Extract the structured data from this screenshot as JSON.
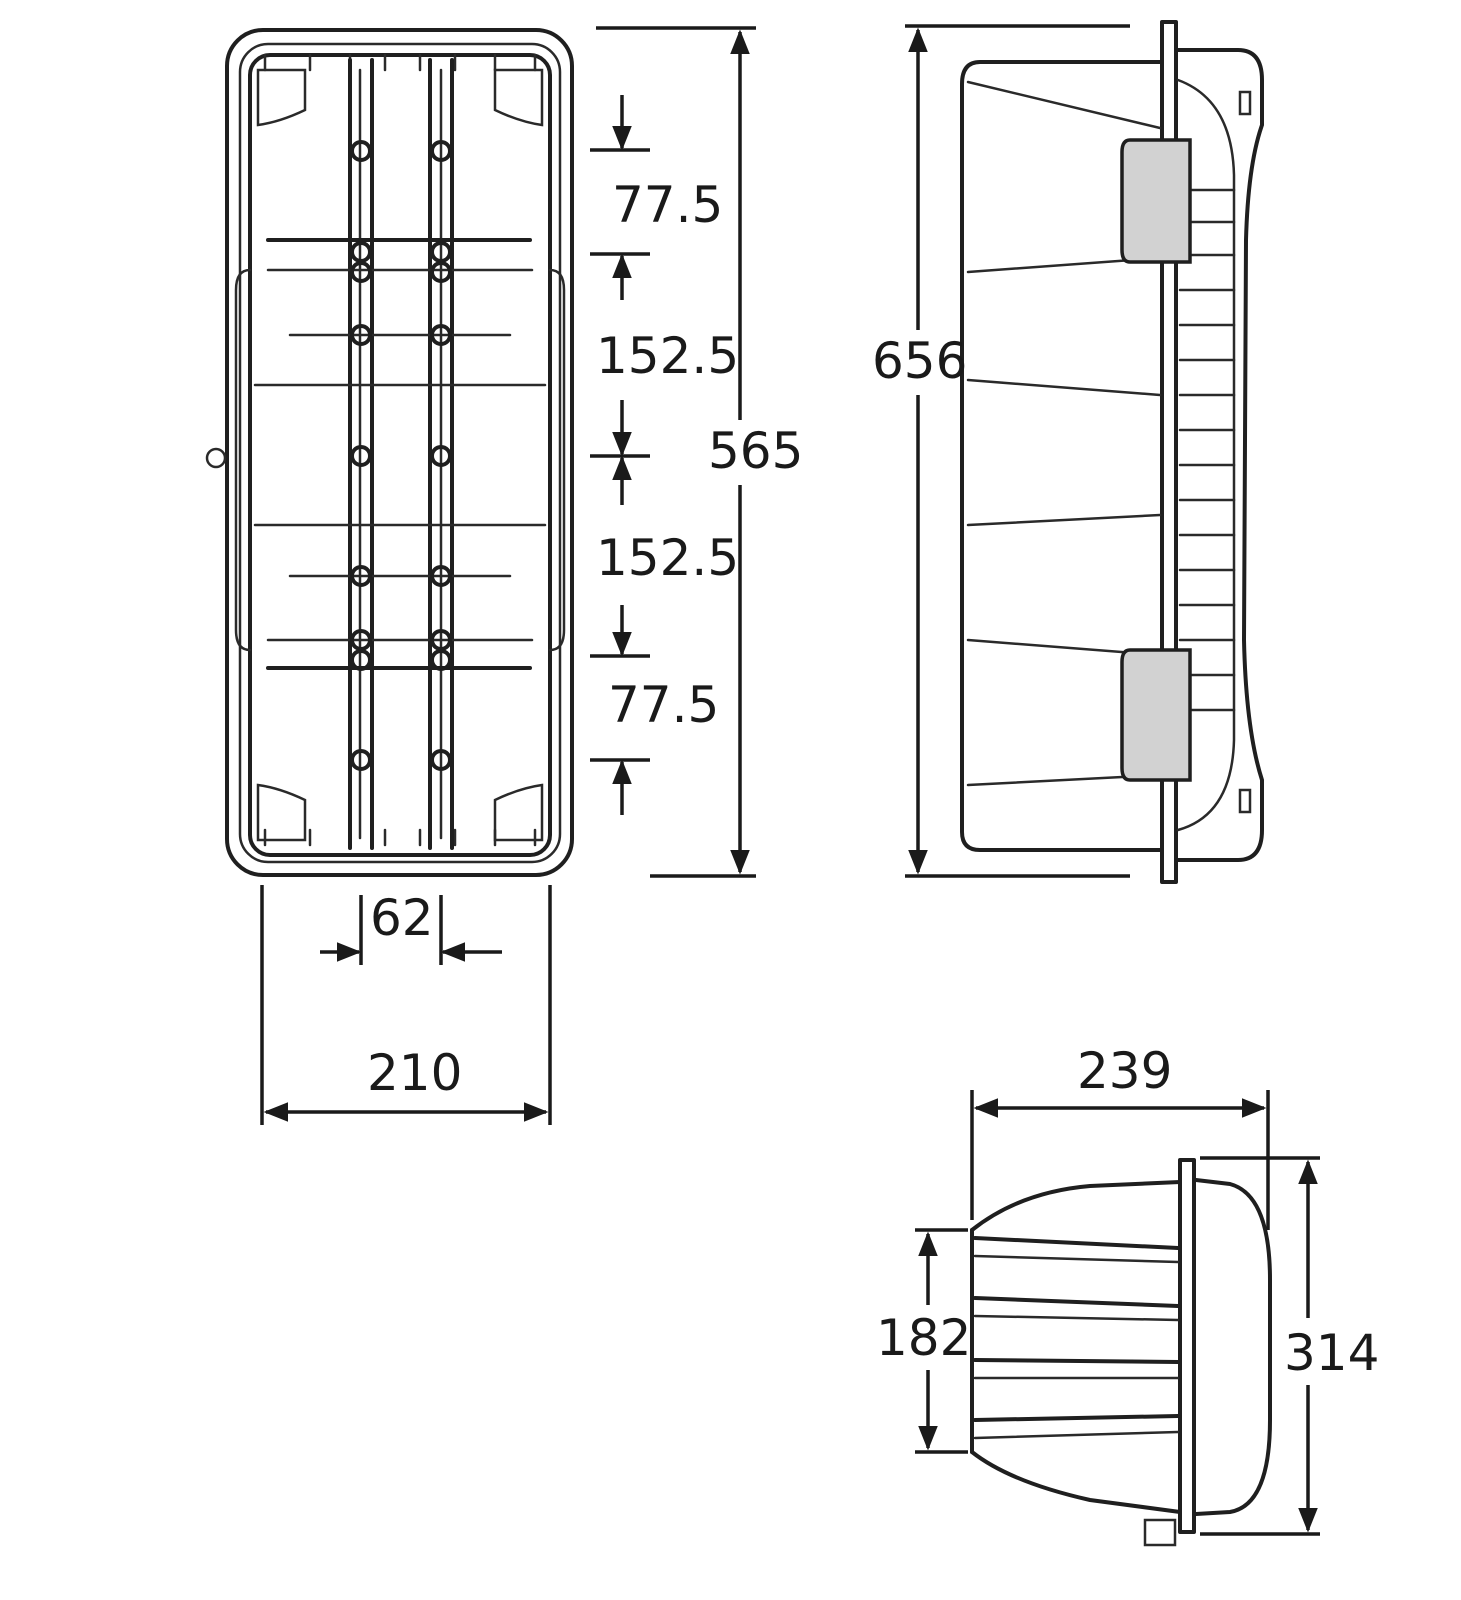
{
  "front_view": {
    "dims": {
      "seg_top": "77.5",
      "seg_mid_upper": "152.5",
      "seg_mid_lower": "152.5",
      "seg_bottom": "77.5",
      "height": "565",
      "rail_spacing": "62",
      "width": "210"
    }
  },
  "side_view": {
    "dims": {
      "height": "656"
    }
  },
  "top_view": {
    "dims": {
      "depth": "239",
      "inner_height": "182",
      "outer_height": "314"
    }
  }
}
